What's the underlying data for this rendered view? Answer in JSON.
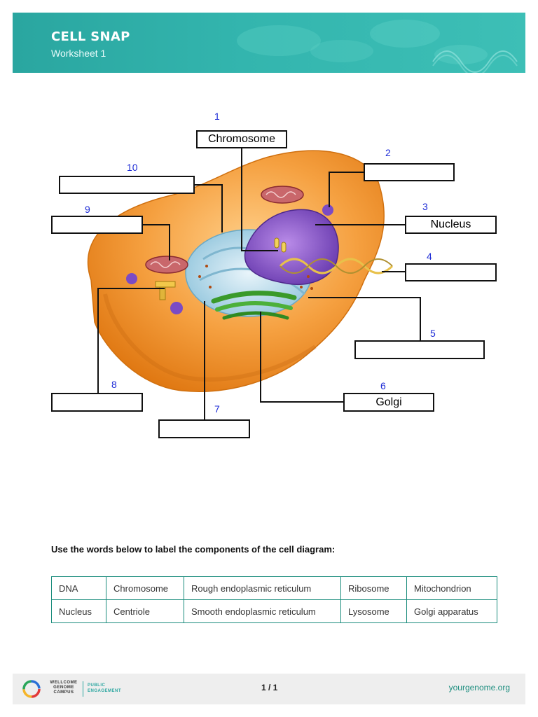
{
  "header": {
    "title": "CELL SNAP",
    "subtitle": "Worksheet 1"
  },
  "diagram": {
    "labels": [
      {
        "number": "1",
        "text": "Chromosome"
      },
      {
        "number": "2",
        "text": ""
      },
      {
        "number": "3",
        "text": "Nucleus"
      },
      {
        "number": "4",
        "text": ""
      },
      {
        "number": "5",
        "text": ""
      },
      {
        "number": "6",
        "text": "Golgi"
      },
      {
        "number": "7",
        "text": ""
      },
      {
        "number": "8",
        "text": ""
      },
      {
        "number": "9",
        "text": ""
      },
      {
        "number": "10",
        "text": ""
      }
    ]
  },
  "instructions": "Use the words below to label the components of the cell diagram:",
  "word_bank": [
    [
      "DNA",
      "Chromosome",
      "Rough endoplasmic reticulum",
      "Ribosome",
      "Mitochondrion"
    ],
    [
      "Nucleus",
      "Centriole",
      "Smooth endoplasmic reticulum",
      "Lysosome",
      "Golgi apparatus"
    ]
  ],
  "footer": {
    "logo_text": "WELLCOME GENOME CAMPUS",
    "logo_sub": "PUBLIC ENGAGEMENT",
    "page": "1 / 1",
    "site": "yourgenome.org"
  },
  "colors": {
    "banner": "#2aa6a0",
    "number_blue": "#1d2bd6",
    "table_border": "#1a8c7c",
    "cytoplasm": "#f08a1c",
    "nucleus": "#7b4bc4",
    "golgi": "#3a9a2a"
  }
}
